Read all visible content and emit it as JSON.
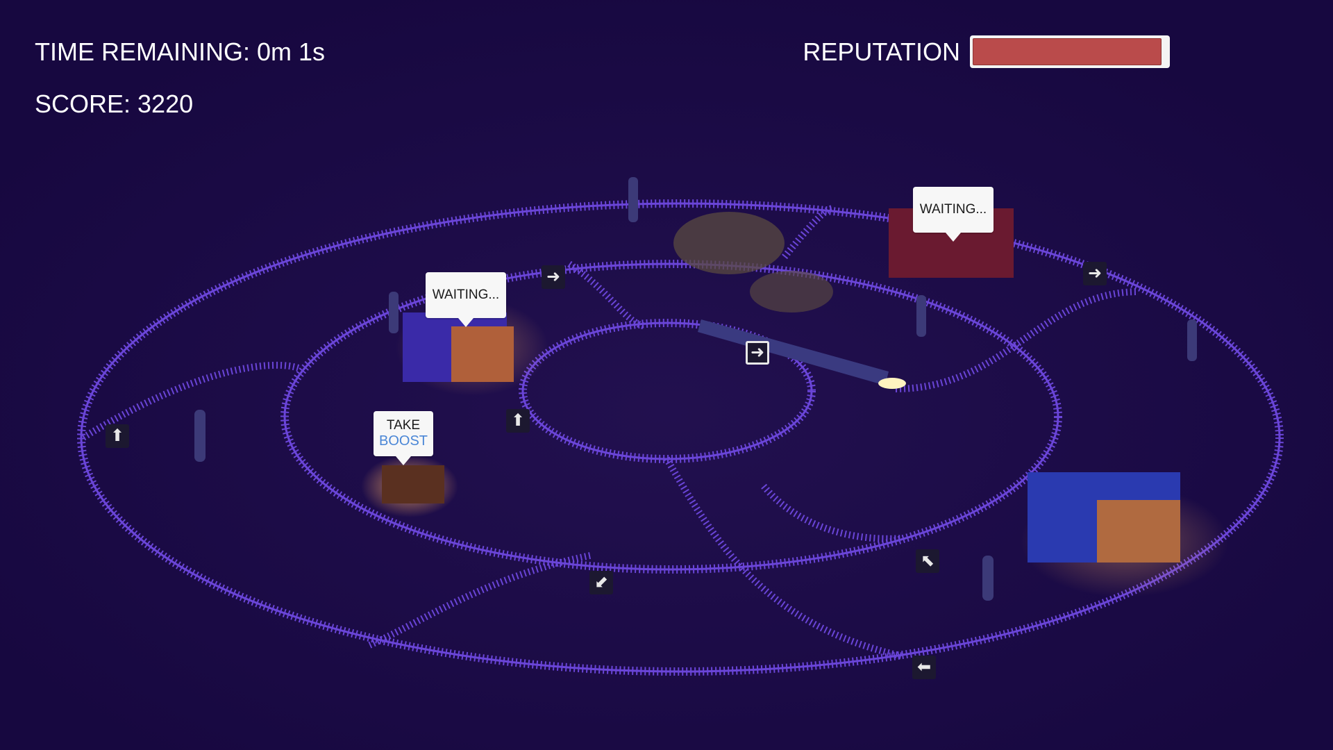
{
  "hud": {
    "time_remaining": "TIME REMAINING: 0m 1s",
    "score": "SCORE: 3220",
    "reputation_label": "REPUTATION",
    "reputation_fraction": 0.97
  },
  "stations": [
    {
      "bubble": "WAITING..."
    },
    {
      "bubble": "WAITING..."
    },
    {
      "bubble_line1": "TAKE",
      "bubble_line2": "BOOST"
    }
  ],
  "switches": [
    {
      "icon": "arrow-right-icon",
      "glyph": "➜"
    },
    {
      "icon": "arrow-up-icon",
      "glyph": "⬆"
    },
    {
      "icon": "arrow-up-icon",
      "glyph": "⬆"
    },
    {
      "icon": "arrow-right-icon",
      "glyph": "➜"
    },
    {
      "icon": "arrow-right-icon",
      "glyph": "➜"
    },
    {
      "icon": "arrow-up-left-icon",
      "glyph": "⬉"
    },
    {
      "icon": "arrow-down-left-icon",
      "glyph": "⬋"
    },
    {
      "icon": "arrow-left-icon",
      "glyph": "⬅"
    }
  ],
  "colors": {
    "background": "#170840",
    "track": "#6a45d8",
    "reputation_fill": "#ba4b4b"
  }
}
